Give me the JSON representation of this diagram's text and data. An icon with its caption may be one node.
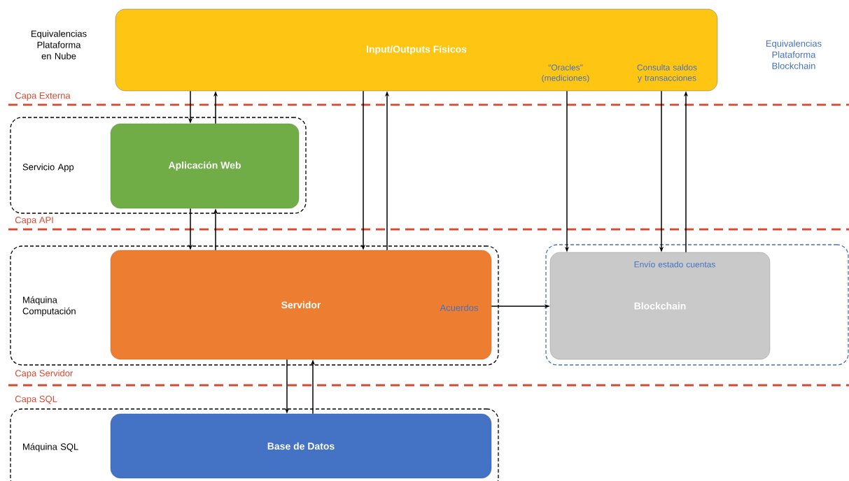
{
  "diagram": {
    "nodes": [
      {
        "text": [
          "Input/Outputs Físicos",
          "“Oracles” (mediciones)",
          "Consulta saldos y transacciones"
        ]
      },
      {
        "text": [
          "Servicio App"
        ]
      },
      {
        "text": [
          "Aplicación Web"
        ],
        "in": 1
      },
      {
        "text": [
          "Máquina Computación"
        ]
      },
      {
        "text": [
          "Servidor"
        ],
        "in": 3
      },
      {
        "text": [],
        "shape": "box"
      },
      {
        "text": [
          "Envío estado cuentas",
          "Blockchain"
        ],
        "in": 5
      },
      {
        "text": [
          "Máquina SQL"
        ]
      },
      {
        "text": [
          "Base de Datos"
        ],
        "in": 7
      }
    ],
    "edges": [
      {
        "from": 0,
        "to": 2,
        "arrow": "to"
      },
      {
        "from": 2,
        "to": 0,
        "arrow": "to"
      },
      {
        "from": 2,
        "to": 4,
        "arrow": "to"
      },
      {
        "from": 4,
        "to": 2,
        "arrow": "to"
      },
      {
        "from": 0,
        "to": 4,
        "arrow": "to"
      },
      {
        "from": 4,
        "to": 0,
        "arrow": "to"
      },
      {
        "from": 0,
        "to": 6,
        "arrow": "to"
      },
      {
        "from": 0,
        "to": 6,
        "arrow": "to"
      },
      {
        "from": 6,
        "to": 0,
        "arrow": "to"
      },
      {
        "from": 4,
        "to": 6,
        "arrow": "to",
        "label": "Acuerdos"
      },
      {
        "from": 4,
        "to": 8,
        "arrow": "to"
      },
      {
        "from": 8,
        "to": 4,
        "arrow": "to"
      }
    ],
    "labels": [
      "Equivalencias Plataforma en Nube",
      "Equivalencias Plataforma Blockchain",
      "Capa Externa",
      "Capa API",
      "Capa Servidor",
      "Capa SQL"
    ]
  }
}
